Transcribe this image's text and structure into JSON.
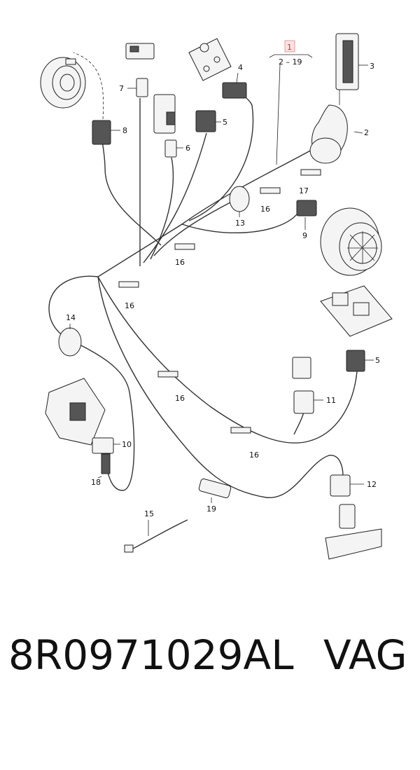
{
  "diagram": {
    "range_label": "2 – 19",
    "callouts": [
      "1",
      "2",
      "3",
      "4",
      "5",
      "5",
      "6",
      "7",
      "8",
      "9",
      "10",
      "11",
      "12",
      "13",
      "14",
      "15",
      "16",
      "16",
      "16",
      "16",
      "16",
      "17",
      "18",
      "19"
    ]
  },
  "footer": {
    "part_number": "8R0971029AL",
    "brand": "VAG"
  }
}
